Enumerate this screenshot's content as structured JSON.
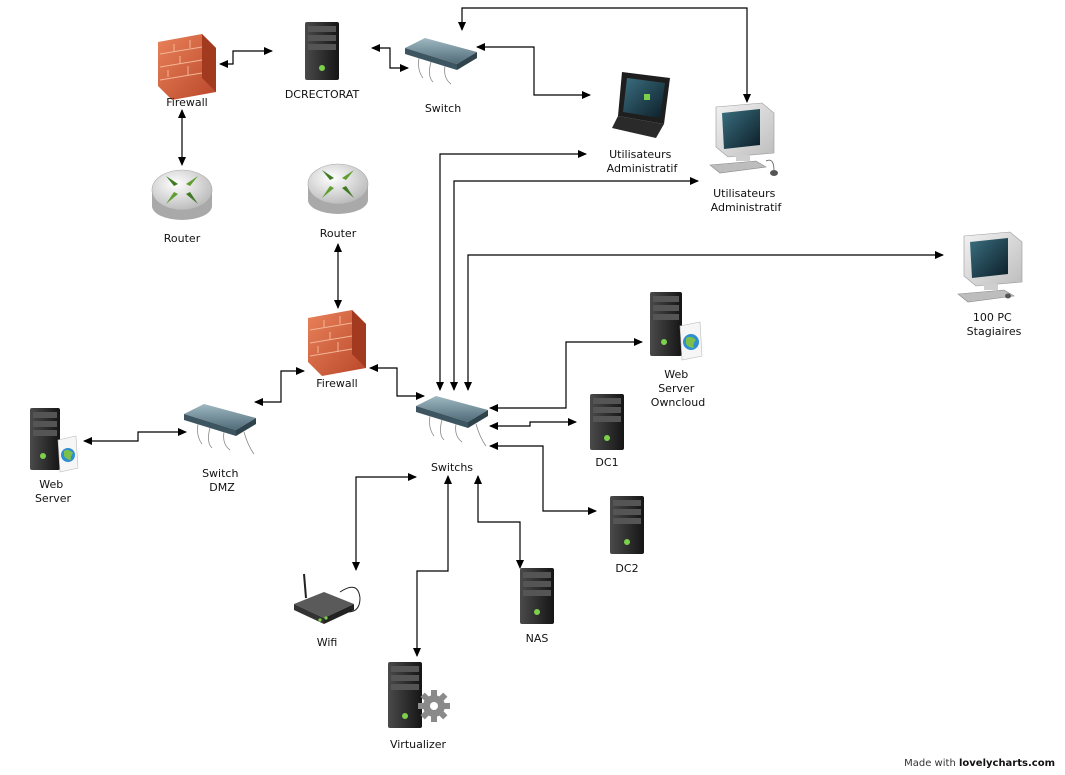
{
  "diagram": {
    "nodes": {
      "firewall_top": {
        "label": [
          "Firewall"
        ],
        "icon": "firewall-icon"
      },
      "dcrectorat": {
        "label": [
          "DCRECTORAT"
        ],
        "icon": "server-icon"
      },
      "switch_top": {
        "label": [
          "Switch"
        ],
        "icon": "switch-icon"
      },
      "laptop_admin": {
        "label": [
          "Utilisateurs",
          "Administratif"
        ],
        "icon": "laptop-icon"
      },
      "desktop_admin": {
        "label": [
          "Utilisateurs",
          "Administratif"
        ],
        "icon": "desktop-icon"
      },
      "router_left": {
        "label": [
          "Router"
        ],
        "icon": "router-icon"
      },
      "router_mid": {
        "label": [
          "Router"
        ],
        "icon": "router-icon"
      },
      "pc_stagiaires": {
        "label": [
          "100 PC",
          "Stagiaires"
        ],
        "icon": "desktop-icon"
      },
      "firewall_mid": {
        "label": [
          "Firewall"
        ],
        "icon": "firewall-icon"
      },
      "web_owncloud": {
        "label": [
          "Web",
          "Server",
          "Owncloud"
        ],
        "icon": "web-server-icon"
      },
      "web_server": {
        "label": [
          "Web",
          "Server"
        ],
        "icon": "web-server-icon"
      },
      "switch_dmz": {
        "label": [
          "Switch",
          "DMZ"
        ],
        "icon": "switch-icon"
      },
      "switchs": {
        "label": [
          "Switchs"
        ],
        "icon": "switch-icon"
      },
      "dc1": {
        "label": [
          "DC1"
        ],
        "icon": "server-icon"
      },
      "dc2": {
        "label": [
          "DC2"
        ],
        "icon": "server-icon"
      },
      "wifi": {
        "label": [
          "Wifi"
        ],
        "icon": "wifi-router-icon"
      },
      "nas": {
        "label": [
          "NAS"
        ],
        "icon": "server-icon"
      },
      "virtualizer": {
        "label": [
          "Virtualizer"
        ],
        "icon": "virtualizer-server-icon"
      }
    },
    "edges": [
      [
        "firewall_top",
        "dcrectorat"
      ],
      [
        "dcrectorat",
        "switch_top"
      ],
      [
        "switch_top",
        "laptop_admin"
      ],
      [
        "switch_top",
        "desktop_admin"
      ],
      [
        "firewall_top",
        "router_left"
      ],
      [
        "router_mid",
        "firewall_mid"
      ],
      [
        "firewall_mid",
        "switch_dmz"
      ],
      [
        "switch_dmz",
        "web_server"
      ],
      [
        "firewall_mid",
        "switchs"
      ],
      [
        "switchs",
        "laptop_admin"
      ],
      [
        "switchs",
        "desktop_admin"
      ],
      [
        "switchs",
        "pc_stagiaires"
      ],
      [
        "switchs",
        "web_owncloud"
      ],
      [
        "switchs",
        "dc1"
      ],
      [
        "switchs",
        "dc2"
      ],
      [
        "switchs",
        "wifi"
      ],
      [
        "switchs",
        "nas"
      ],
      [
        "switchs",
        "virtualizer"
      ]
    ]
  },
  "footer": {
    "prefix": "Made with ",
    "brand": "lovelycharts.com"
  },
  "colors": {
    "line": "#000000",
    "firewall": "#d9623b",
    "server": "#2b2b2b",
    "switch": "#6d8a96",
    "router": "#cfcfcf",
    "router_arrow": "#5f9e2f"
  }
}
